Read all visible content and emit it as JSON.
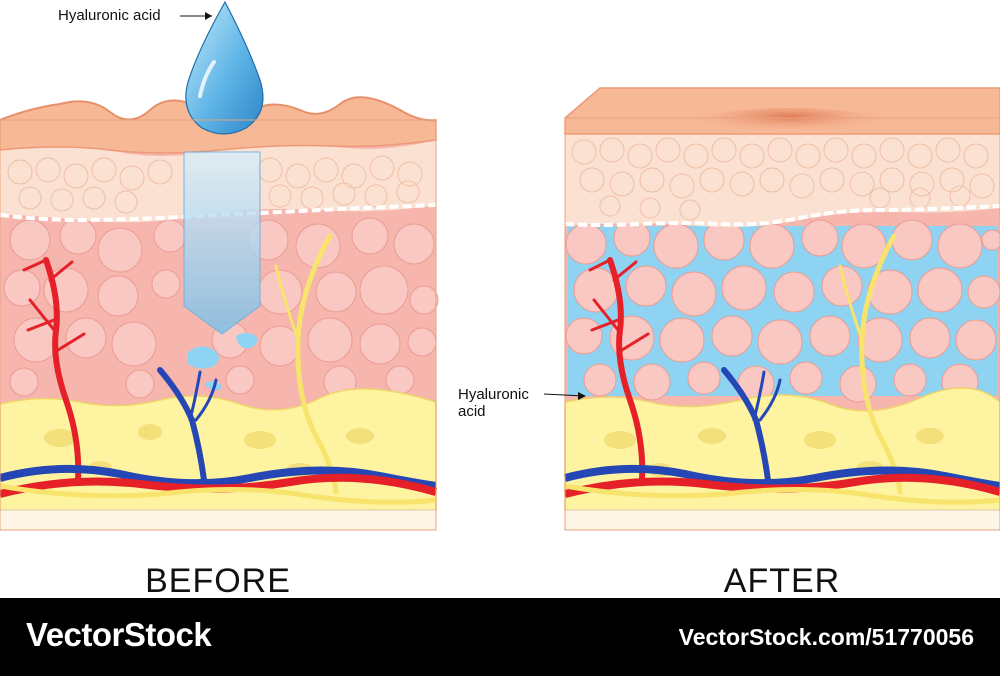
{
  "labels": {
    "drop_label": "Hyaluronic acid",
    "after_label_line1": "Hyaluronic",
    "after_label_line2": "acid"
  },
  "captions": {
    "before": "BEFORE",
    "after": "AFTER"
  },
  "footer": {
    "brand": "VectorStock",
    "url": "VectorStock.com/51770056"
  },
  "colors": {
    "epidermis_top": "#f7b896",
    "epidermis_cells": "#fbe1d2",
    "dermis": "#f6b5ad",
    "dermis_cells": "#f9c8c3",
    "hyaluronic_acid": "#8ed3f2",
    "fat": "#fdf3a0",
    "artery": "#e62029",
    "vein": "#2547b6",
    "nerve": "#f8e36d"
  }
}
